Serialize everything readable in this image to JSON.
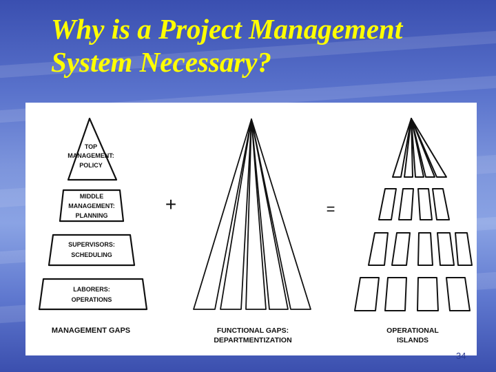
{
  "slide": {
    "title_line1": "Why is a Project Management",
    "title_line2": "System Necessary?",
    "number": "34"
  },
  "colors": {
    "title": "#ffff00",
    "ink": "#111111",
    "panel": "#ffffff"
  },
  "diagram": {
    "operators": {
      "plus": "+",
      "equals": "="
    },
    "hierarchy": {
      "levels": [
        {
          "lines": [
            "TOP",
            "MANAGEMENT:",
            "POLICY"
          ]
        },
        {
          "lines": [
            "MIDDLE",
            "MANAGEMENT:",
            "PLANNING"
          ]
        },
        {
          "lines": [
            "SUPERVISORS:",
            "SCHEDULING"
          ]
        },
        {
          "lines": [
            "LABORERS:",
            "OPERATIONS"
          ]
        }
      ],
      "caption": "MANAGEMENT GAPS"
    },
    "functional": {
      "caption_line1": "FUNCTIONAL GAPS:",
      "caption_line2": "DEPARTMENTIZATION"
    },
    "operational": {
      "caption_line1": "OPERATIONAL",
      "caption_line2": "ISLANDS"
    }
  }
}
